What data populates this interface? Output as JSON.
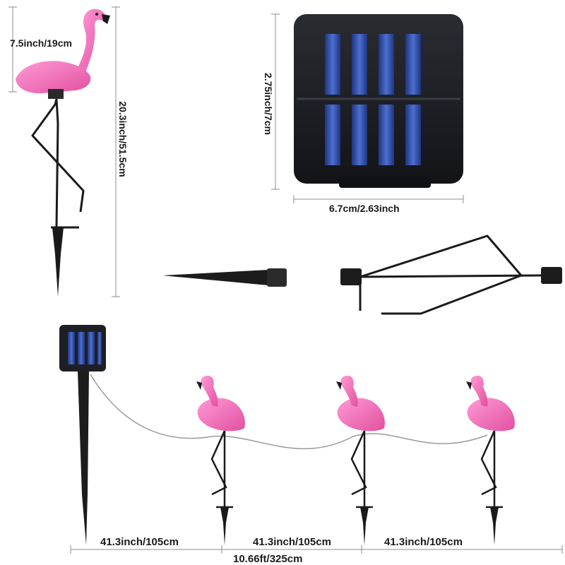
{
  "dimensions": {
    "flamingo_head_width": "7.5inch/19cm",
    "flamingo_total_height": "20.3inch/51.5cm",
    "panel_height": "2.75inch/7cm",
    "panel_width": "6.7cm/2.63inch",
    "spacing_1": "41.3inch/105cm",
    "spacing_2": "41.3inch/105cm",
    "spacing_3": "41.3inch/105cm",
    "total_length": "10.66ft/325cm"
  },
  "colors": {
    "flamingo_pink": "#f06bb8",
    "flamingo_highlight": "#ff9ad6",
    "panel_dark": "#1d1f24",
    "cell_blue": "#2c4aa8",
    "stake_black": "#1a1a1a",
    "line_gray": "#8c8c8c"
  }
}
